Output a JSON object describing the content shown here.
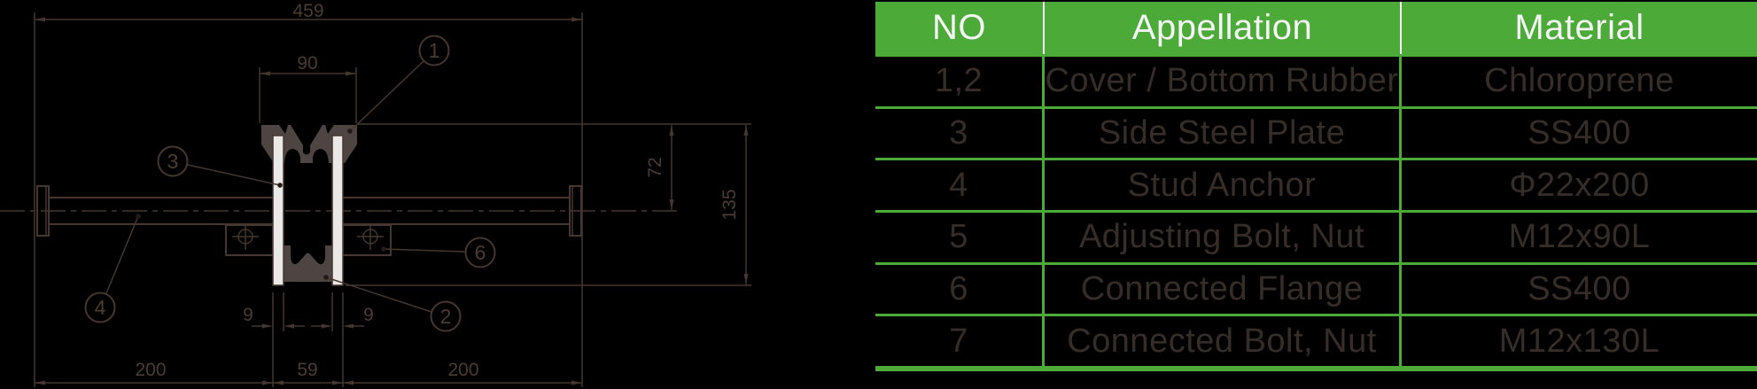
{
  "colors": {
    "background": "#000000",
    "drawing_line": "#46362f",
    "rubber_fill": "#4e4542",
    "plate_fill": "#ebe9e7",
    "table_green": "#4caa39",
    "header_text": "#f4f4f4",
    "body_text": "#372d28"
  },
  "drawing": {
    "dimensions": {
      "total_width": "459",
      "top_width": "90",
      "upper_height": "72",
      "total_height": "135",
      "plate_thickness_left": "9",
      "plate_thickness_right": "9",
      "center_gap": "59",
      "left_length": "200",
      "right_length": "200"
    },
    "balloons": [
      {
        "label": "1"
      },
      {
        "label": "2"
      },
      {
        "label": "3"
      },
      {
        "label": "4"
      },
      {
        "label": "6"
      }
    ]
  },
  "table": {
    "headers": [
      "NO",
      "Appellation",
      "Material"
    ],
    "rows": [
      {
        "no": "1,2",
        "appellation": "Cover / Bottom Rubber",
        "material": "Chloroprene"
      },
      {
        "no": "3",
        "appellation": "Side Steel Plate",
        "material": "SS400"
      },
      {
        "no": "4",
        "appellation": "Stud Anchor",
        "material": "Φ22x200"
      },
      {
        "no": "5",
        "appellation": "Adjusting Bolt, Nut",
        "material": "M12x90L"
      },
      {
        "no": "6",
        "appellation": "Connected Flange",
        "material": "SS400"
      },
      {
        "no": "7",
        "appellation": "Connected Bolt, Nut",
        "material": "M12x130L"
      }
    ]
  }
}
